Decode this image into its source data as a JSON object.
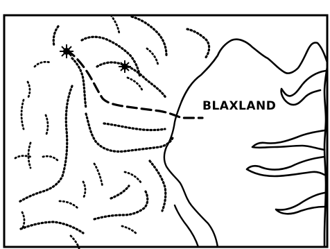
{
  "map": {
    "labels": {
      "town": "BLAXLAND"
    },
    "colors": {
      "ink": "#000000",
      "paper": "#ffffff"
    },
    "features": [
      "border",
      "coastline",
      "harbour-inlets",
      "river",
      "explorer-route",
      "mountain-hachures",
      "peak-markers"
    ]
  }
}
